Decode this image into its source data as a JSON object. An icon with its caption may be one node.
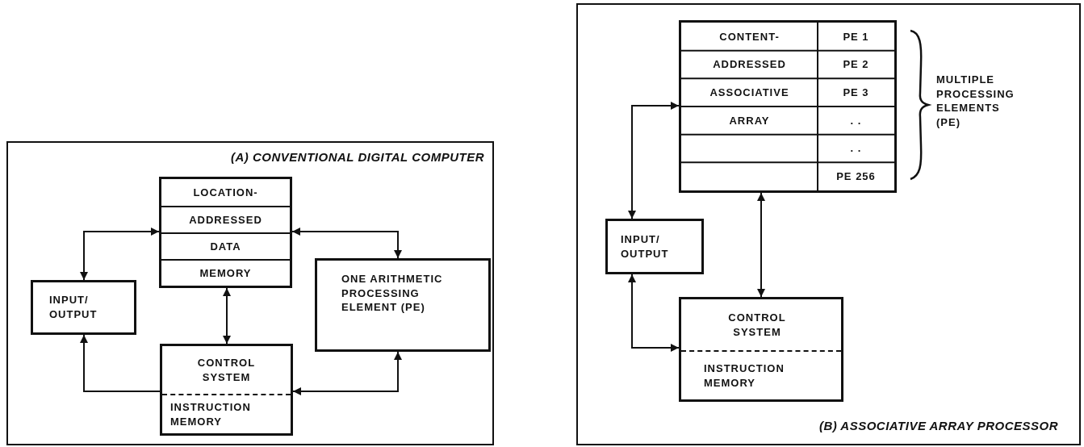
{
  "diagram": {
    "nodes": [
      {
        "text": [
          "(A) CONVENTIONAL DIGITAL COMPUTER"
        ]
      },
      {
        "text": [
          "LOCATION-",
          "ADDRESSED",
          "DATA",
          "MEMORY"
        ],
        "in": 0
      },
      {
        "text": [
          "INPUT/ OUTPUT"
        ],
        "in": 0
      },
      {
        "text": [
          "ONE ARITHMETIC PROCESSING ELEMENT (PE)"
        ],
        "in": 0
      },
      {
        "text": [
          "CONTROL SYSTEM",
          "INSTRUCTION MEMORY"
        ],
        "in": 0
      },
      {
        "text": [
          "(B) ASSOCIATIVE ARRAY PROCESSOR"
        ]
      },
      {
        "text": [
          "CONTENT-",
          "ADDRESSED",
          "ASSOCIATIVE",
          "ARRAY",
          "PE 1",
          "PE 2",
          "PE 3",
          ". .",
          ". .",
          "PE 256"
        ],
        "in": 5
      },
      {
        "text": [
          "INPUT/ OUTPUT"
        ],
        "in": 5
      },
      {
        "text": [
          "CONTROL SYSTEM",
          "INSTRUCTION MEMORY"
        ],
        "in": 5
      }
    ],
    "edges": [
      {
        "from": 2,
        "to": 1,
        "arrow": "both"
      },
      {
        "from": 1,
        "to": 3,
        "arrow": "both"
      },
      {
        "from": 1,
        "to": 4,
        "arrow": "both"
      },
      {
        "from": 4,
        "to": 2,
        "arrow": "to"
      },
      {
        "from": 3,
        "to": 4,
        "arrow": "both"
      },
      {
        "from": 7,
        "to": 6,
        "arrow": "both"
      },
      {
        "from": 6,
        "to": 8,
        "arrow": "both"
      },
      {
        "from": 7,
        "to": 8,
        "arrow": "both"
      }
    ],
    "labels": [
      "MULTIPLE PROCESSING ELEMENTS (PE)"
    ]
  }
}
